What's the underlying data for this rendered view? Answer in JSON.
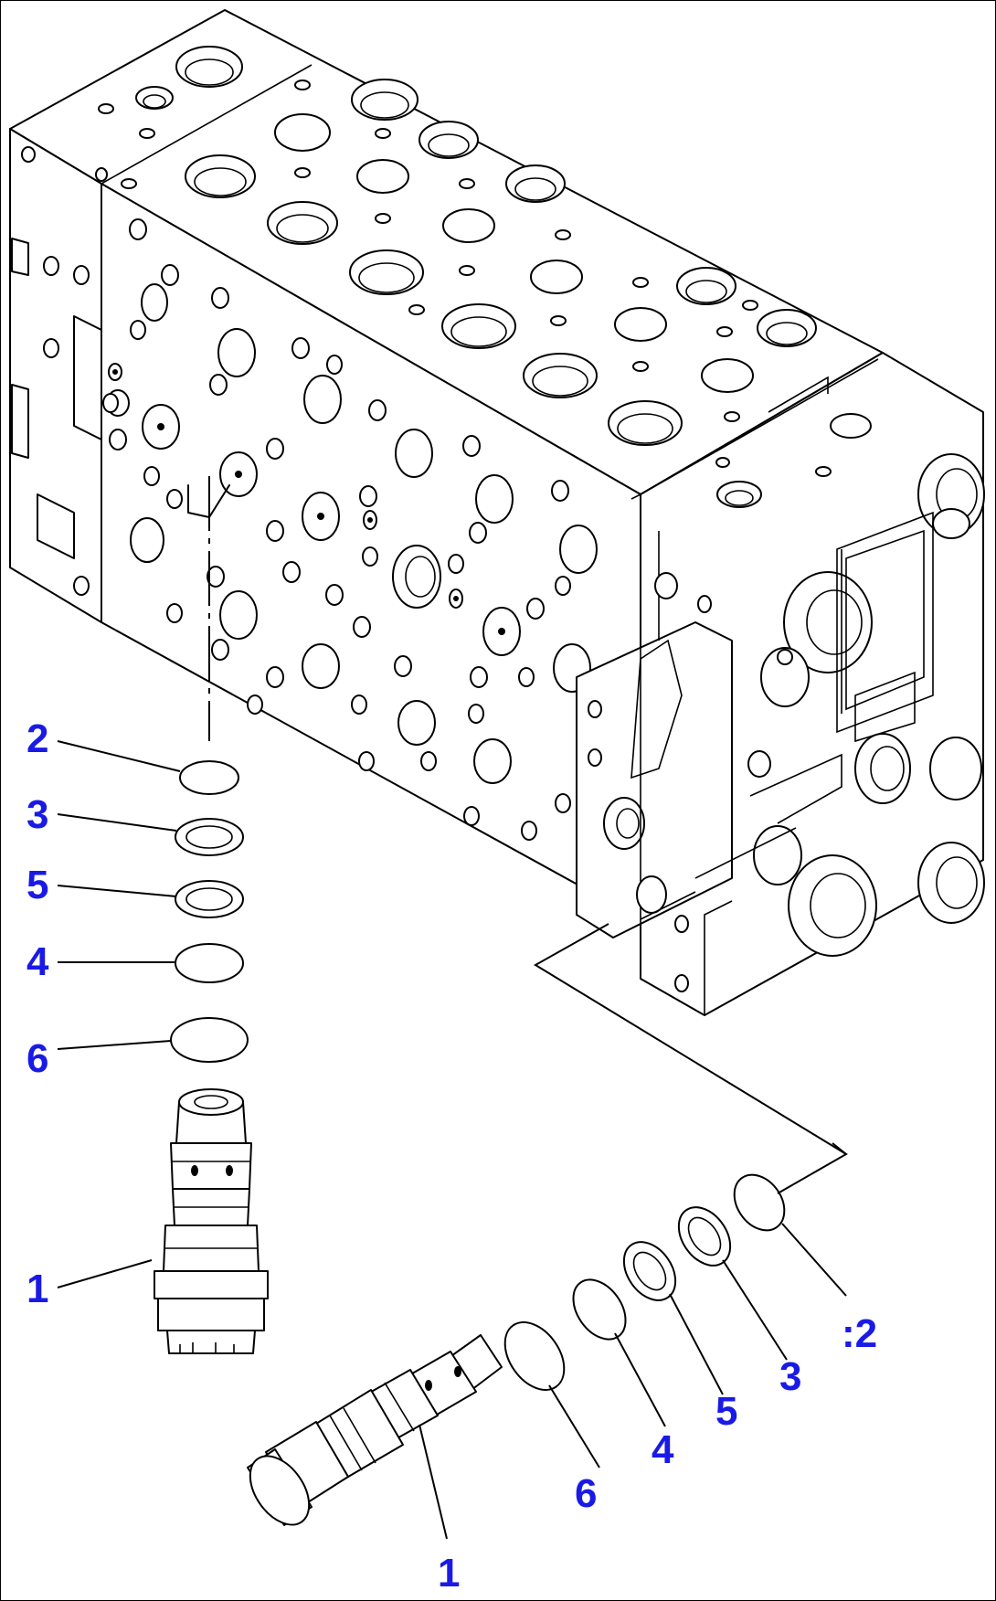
{
  "colors": {
    "callout": "#1a1ae6",
    "line": "#000000",
    "background": "#ffffff"
  },
  "callouts": {
    "left_2": "2",
    "left_3": "3",
    "left_5": "5",
    "left_4": "4",
    "left_6": "6",
    "left_1": "1",
    "right_2": ":2",
    "right_3": "3",
    "right_5": "5",
    "right_4": "4",
    "right_6": "6",
    "right_1": "1"
  }
}
